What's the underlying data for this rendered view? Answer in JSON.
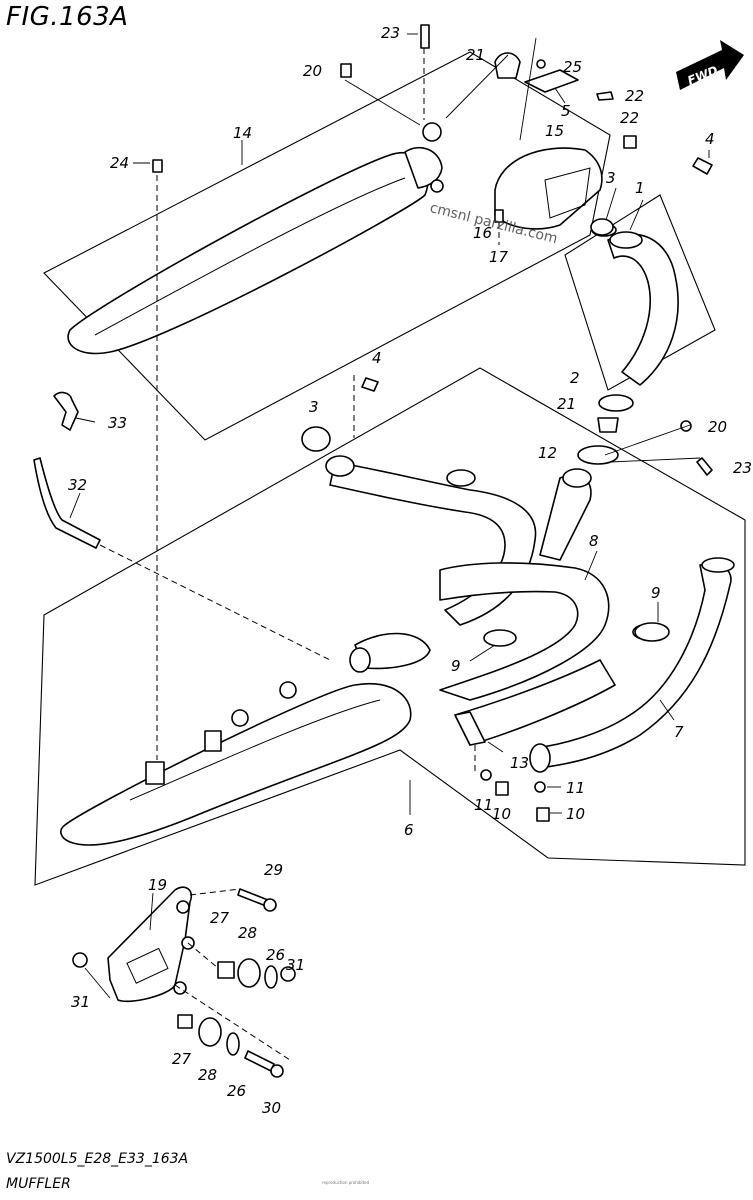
{
  "figure": {
    "title": "FIG.163A",
    "code": "VZ1500L5_E28_E33_163A",
    "name": "MUFFLER",
    "watermark": "cmsnl parzilla.com",
    "fine_print": "reproduction prohibited",
    "fwd_label": "FWD"
  },
  "callouts": {
    "c1": "1",
    "c2": "2",
    "c3a": "3",
    "c3b": "3",
    "c4a": "4",
    "c4b": "4",
    "c5": "5",
    "c6": "6",
    "c7": "7",
    "c8": "8",
    "c9a": "9",
    "c9b": "9",
    "c10a": "10",
    "c10b": "10",
    "c11a": "11",
    "c11b": "11",
    "c12": "12",
    "c13": "13",
    "c14": "14",
    "c15": "15",
    "c16": "16",
    "c17": "17",
    "c19": "19",
    "c20a": "20",
    "c20b": "20",
    "c21a": "21",
    "c21b": "21",
    "c22a": "22",
    "c22b": "22",
    "c23a": "23",
    "c23b": "23",
    "c24": "24",
    "c25": "25",
    "c26a": "26",
    "c26b": "26",
    "c27a": "27",
    "c27b": "27",
    "c28a": "28",
    "c28b": "28",
    "c29": "29",
    "c30": "30",
    "c31a": "31",
    "c31b": "31",
    "c32": "32",
    "c33": "33"
  }
}
